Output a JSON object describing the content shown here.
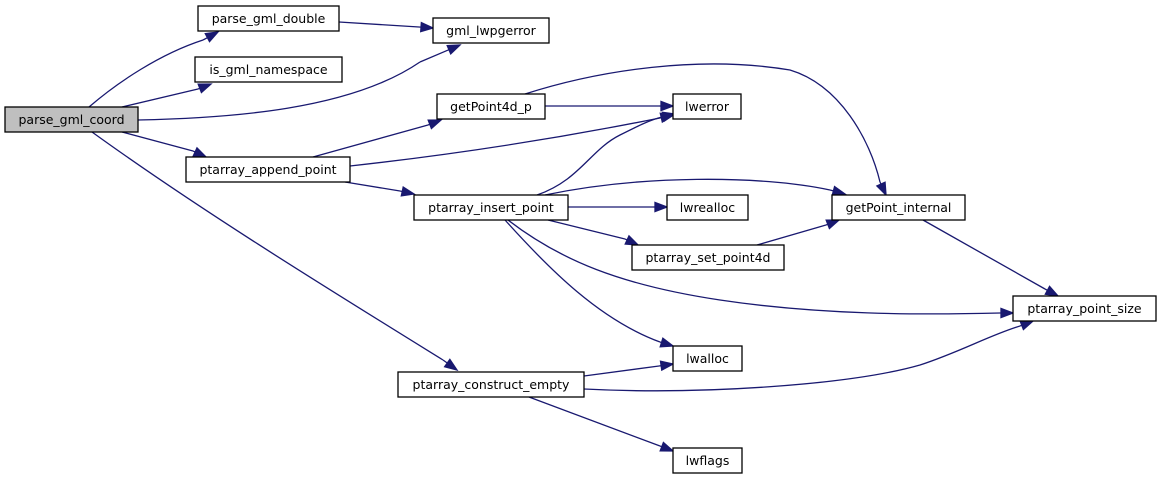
{
  "diagram": {
    "type": "call-graph",
    "edge_color": "#191970",
    "root_fill": "#bfbfbf",
    "node_fill": "#ffffff",
    "nodes": [
      {
        "id": "parse_gml_coord",
        "label": "parse_gml_coord",
        "root": true
      },
      {
        "id": "parse_gml_double",
        "label": "parse_gml_double"
      },
      {
        "id": "is_gml_namespace",
        "label": "is_gml_namespace"
      },
      {
        "id": "gml_lwpgerror",
        "label": "gml_lwpgerror"
      },
      {
        "id": "ptarray_append_point",
        "label": "ptarray_append_point"
      },
      {
        "id": "getPoint4d_p",
        "label": "getPoint4d_p"
      },
      {
        "id": "lwerror",
        "label": "lwerror"
      },
      {
        "id": "ptarray_insert_point",
        "label": "ptarray_insert_point"
      },
      {
        "id": "lwrealloc",
        "label": "lwrealloc"
      },
      {
        "id": "ptarray_set_point4d",
        "label": "ptarray_set_point4d"
      },
      {
        "id": "getPoint_internal",
        "label": "getPoint_internal"
      },
      {
        "id": "ptarray_point_size",
        "label": "ptarray_point_size"
      },
      {
        "id": "ptarray_construct_empty",
        "label": "ptarray_construct_empty"
      },
      {
        "id": "lwalloc",
        "label": "lwalloc"
      },
      {
        "id": "lwflags",
        "label": "lwflags"
      }
    ],
    "edges": [
      {
        "from": "parse_gml_coord",
        "to": "parse_gml_double"
      },
      {
        "from": "parse_gml_coord",
        "to": "is_gml_namespace"
      },
      {
        "from": "parse_gml_coord",
        "to": "gml_lwpgerror"
      },
      {
        "from": "parse_gml_coord",
        "to": "ptarray_append_point"
      },
      {
        "from": "parse_gml_coord",
        "to": "ptarray_construct_empty"
      },
      {
        "from": "parse_gml_double",
        "to": "gml_lwpgerror"
      },
      {
        "from": "ptarray_append_point",
        "to": "getPoint4d_p"
      },
      {
        "from": "ptarray_append_point",
        "to": "lwerror"
      },
      {
        "from": "ptarray_append_point",
        "to": "ptarray_insert_point"
      },
      {
        "from": "getPoint4d_p",
        "to": "lwerror"
      },
      {
        "from": "getPoint4d_p",
        "to": "getPoint_internal"
      },
      {
        "from": "ptarray_insert_point",
        "to": "lwerror"
      },
      {
        "from": "ptarray_insert_point",
        "to": "getPoint_internal"
      },
      {
        "from": "ptarray_insert_point",
        "to": "lwrealloc"
      },
      {
        "from": "ptarray_insert_point",
        "to": "ptarray_set_point4d"
      },
      {
        "from": "ptarray_insert_point",
        "to": "ptarray_point_size"
      },
      {
        "from": "ptarray_insert_point",
        "to": "lwalloc"
      },
      {
        "from": "ptarray_set_point4d",
        "to": "getPoint_internal"
      },
      {
        "from": "getPoint_internal",
        "to": "ptarray_point_size"
      },
      {
        "from": "ptarray_construct_empty",
        "to": "lwalloc"
      },
      {
        "from": "ptarray_construct_empty",
        "to": "ptarray_point_size"
      },
      {
        "from": "ptarray_construct_empty",
        "to": "lwflags"
      }
    ]
  }
}
